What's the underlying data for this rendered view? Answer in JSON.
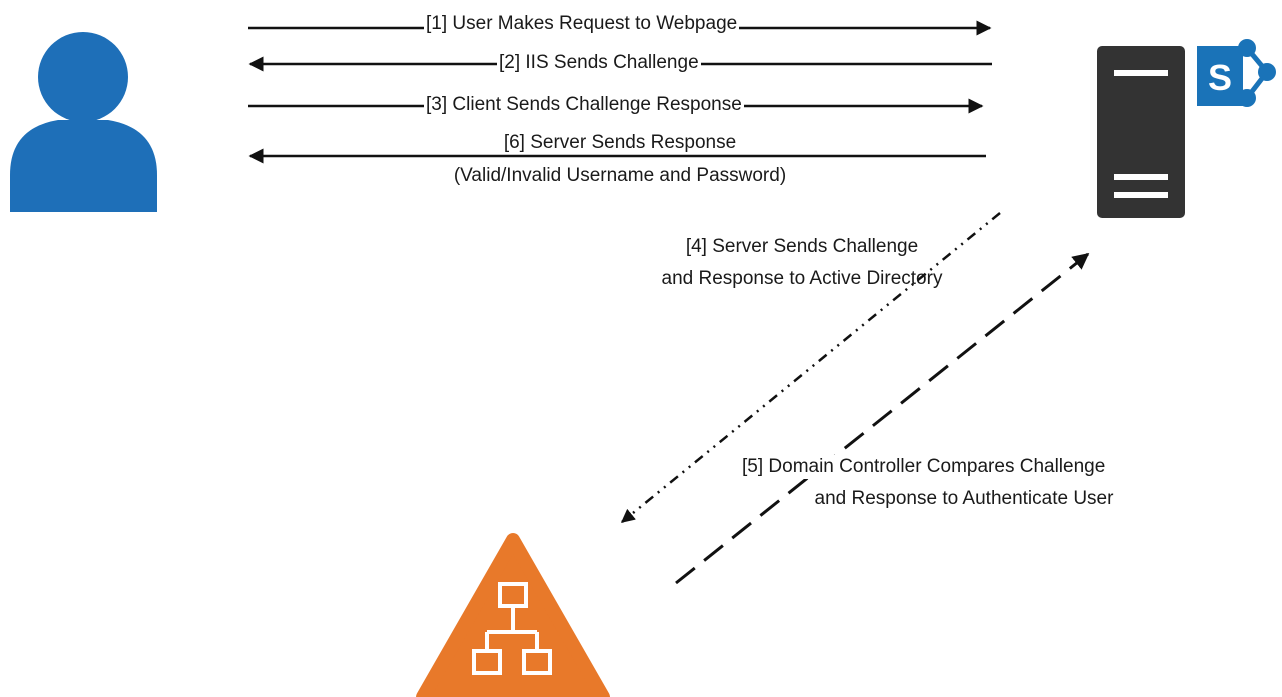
{
  "colors": {
    "user": "#1e6fb8",
    "server": "#333333",
    "sharepoint": "#1a73b8",
    "domain_controller": "#e8792a",
    "arrow": "#111111"
  },
  "icons": {
    "user": "user-icon",
    "server": "server-icon",
    "sharepoint": "sharepoint-logo-icon",
    "domain_controller": "domain-controller-icon"
  },
  "logo_text": "S",
  "steps": {
    "step1": "[1] User Makes Request to Webpage",
    "step2": "[2] IIS Sends Challenge",
    "step3": "[3] Client Sends Challenge Response",
    "step6": {
      "line1": "[6] Server Sends Response",
      "line2": "(Valid/Invalid Username and Password)"
    },
    "step4": {
      "line1": "[4] Server Sends Challenge",
      "line2": "and Response to Active Directory"
    },
    "step5": {
      "line1": "[5] Domain Controller Compares Challenge",
      "line2": "and Response to Authenticate User"
    }
  }
}
